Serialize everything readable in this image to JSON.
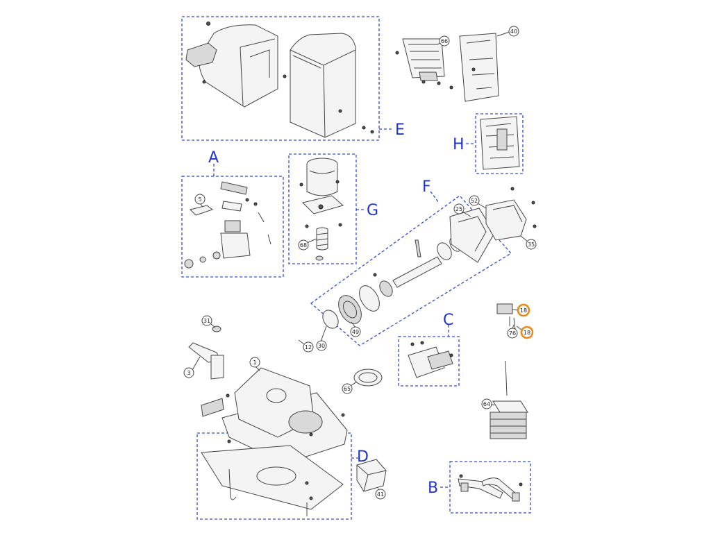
{
  "colors": {
    "box": "#2d4ad6",
    "letter": "#1f35c7",
    "line": "#444444",
    "highlight": "#e8891a"
  },
  "groups": [
    {
      "id": "A",
      "label": "A"
    },
    {
      "id": "B",
      "label": "B"
    },
    {
      "id": "C",
      "label": "C"
    },
    {
      "id": "D",
      "label": "D"
    },
    {
      "id": "E",
      "label": "E"
    },
    {
      "id": "F",
      "label": "F"
    },
    {
      "id": "G",
      "label": "G"
    },
    {
      "id": "H",
      "label": "H"
    }
  ],
  "parts": [
    {
      "id": "66",
      "label": "66"
    },
    {
      "id": "40",
      "label": "40"
    },
    {
      "id": "5",
      "label": "5"
    },
    {
      "id": "68",
      "label": "68"
    },
    {
      "id": "25",
      "label": "25"
    },
    {
      "id": "52",
      "label": "52"
    },
    {
      "id": "35",
      "label": "35"
    },
    {
      "id": "31",
      "label": "31"
    },
    {
      "id": "3",
      "label": "3"
    },
    {
      "id": "1",
      "label": "1"
    },
    {
      "id": "12",
      "label": "12"
    },
    {
      "id": "30",
      "label": "30"
    },
    {
      "id": "49",
      "label": "49"
    },
    {
      "id": "65",
      "label": "65"
    },
    {
      "id": "64",
      "label": "64"
    },
    {
      "id": "76",
      "label": "76"
    },
    {
      "id": "18a",
      "label": "18",
      "highlighted": true
    },
    {
      "id": "18b",
      "label": "18",
      "highlighted": true
    },
    {
      "id": "41",
      "label": "41"
    }
  ],
  "icons": {
    "cover": "motor-cover-icon",
    "gear": "gear-icon",
    "motor": "electric-motor-icon",
    "base": "gearbox-base-icon",
    "transformer": "transformer-icon"
  }
}
